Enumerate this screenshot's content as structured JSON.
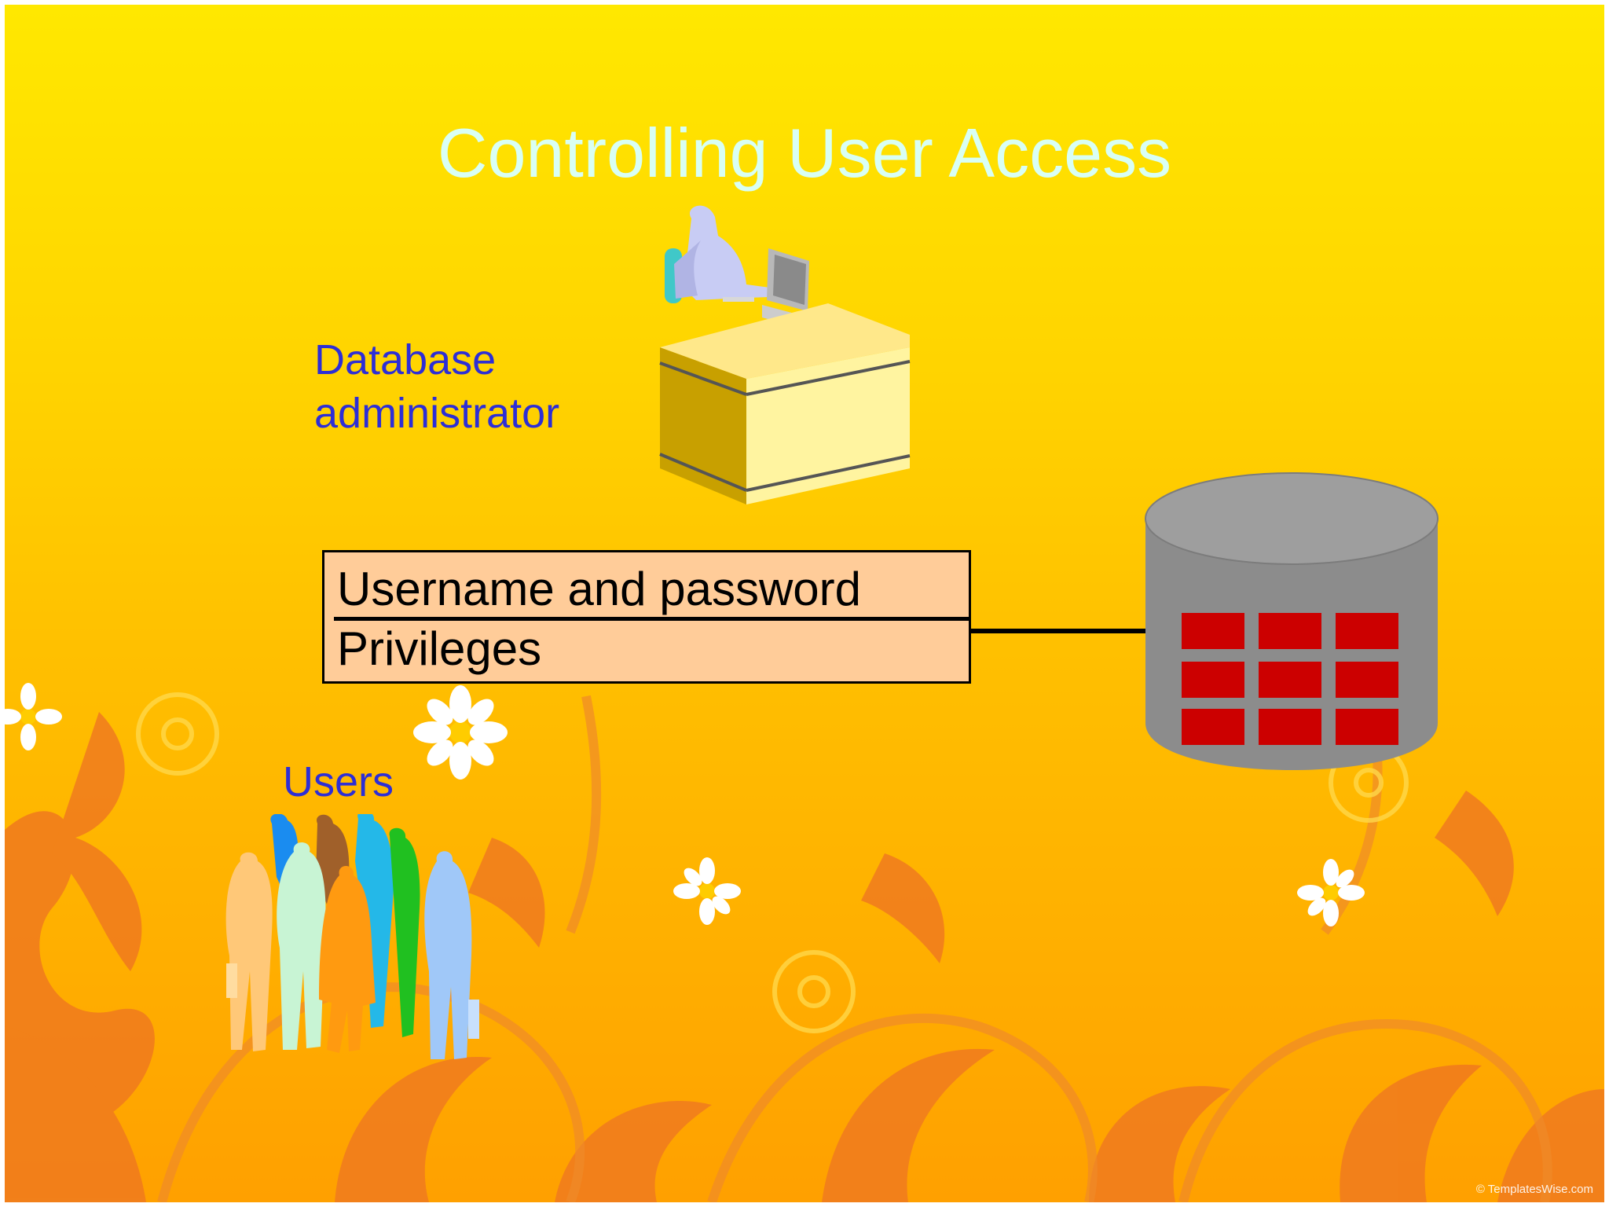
{
  "slide": {
    "title": "Controlling User Access",
    "dba_label": "Database administrator",
    "users_label": "Users",
    "access_box": {
      "row_1": "Username and password",
      "row_2": "Privileges"
    },
    "watermark": "© TemplatesWise.com"
  },
  "colors": {
    "title": "#d9fff4",
    "labels": "#2d2ed6",
    "access_box_fill": "#ffcc99",
    "database_body": "#8c8c8c",
    "database_cells": "#cc0000"
  },
  "icons": [
    "administrator-at-desk-icon",
    "database-cylinder-icon",
    "users-group-icon",
    "flower-decoration"
  ]
}
